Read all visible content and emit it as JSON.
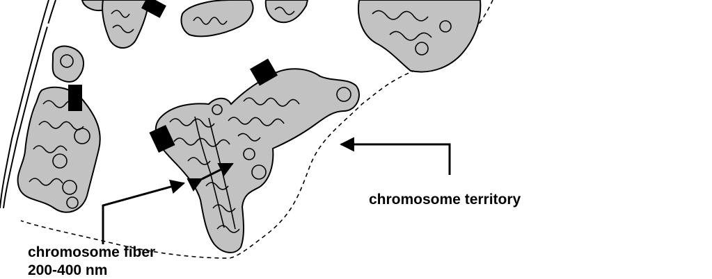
{
  "labels": {
    "territory": "chromosome territory",
    "fiber_line1": "chromosome fiber",
    "fiber_line2": "200-400 nm"
  },
  "colors": {
    "fiber_fill": "#c2c2c2",
    "stroke": "#000000",
    "background": "#ffffff"
  }
}
